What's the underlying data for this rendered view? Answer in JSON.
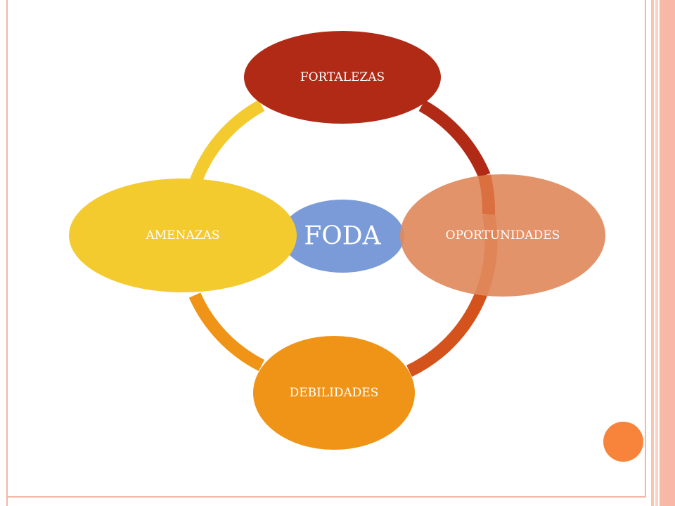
{
  "diagram": {
    "center": {
      "label": "FODA",
      "color": "#7a9bd8"
    },
    "nodes": [
      {
        "id": "fortalezas",
        "label": "FORTALEZAS",
        "color": "#b02a16"
      },
      {
        "id": "oportunidades",
        "label": "OPORTUNIDADES",
        "color": "#e08a5d"
      },
      {
        "id": "debilidades",
        "label": "DEBILIDADES",
        "color": "#ef9417"
      },
      {
        "id": "amenazas",
        "label": "AMENAZAS",
        "color": "#f3cb2f"
      }
    ],
    "connector_colors": {
      "fortalezas_to_oportunidades": "#b02a16",
      "oportunidades_to_debilidades": "#d4521c",
      "debilidades_to_amenazas": "#ef9417",
      "amenazas_to_fortalezas": "#f3cb2f"
    }
  },
  "decor": {
    "frame_color": "#f2b7a6",
    "accent_dot_color": "#f7843a"
  }
}
